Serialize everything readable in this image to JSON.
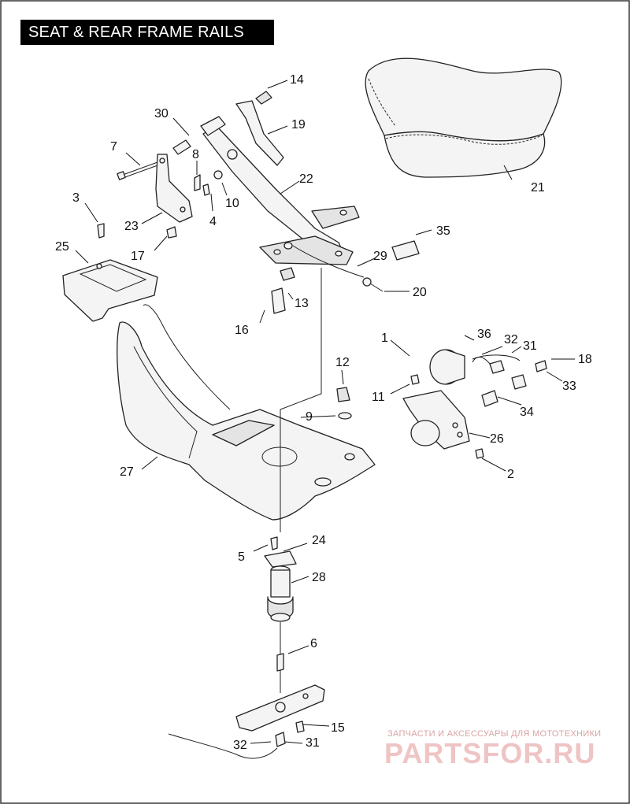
{
  "title": "SEAT & REAR FRAME RAILS",
  "callouts": {
    "c1": "1",
    "c2": "2",
    "c3": "3",
    "c4": "4",
    "c5": "5",
    "c6": "6",
    "c7": "7",
    "c8": "8",
    "c9": "9",
    "c10": "10",
    "c11": "11",
    "c12": "12",
    "c13": "13",
    "c14": "14",
    "c15": "15",
    "c16": "16",
    "c17": "17",
    "c18": "18",
    "c19": "19",
    "c20": "20",
    "c21": "21",
    "c22": "22",
    "c23": "23",
    "c24": "24",
    "c25": "25",
    "c26": "26",
    "c27": "27",
    "c28": "28",
    "c29": "29",
    "c30": "30",
    "c31a": "31",
    "c31b": "31",
    "c32a": "32",
    "c32b": "32",
    "c33": "33",
    "c34": "34",
    "c35": "35",
    "c36": "36"
  },
  "watermark": {
    "caption": "ЗАПЧАСТИ И АКСЕССУАРЫ ДЛЯ МОТОТЕХНИКИ",
    "brand": "PARTSFOR.RU"
  },
  "colors": {
    "title_bg": "#000000",
    "title_fg": "#ffffff",
    "watermark": "#efc4c4"
  }
}
